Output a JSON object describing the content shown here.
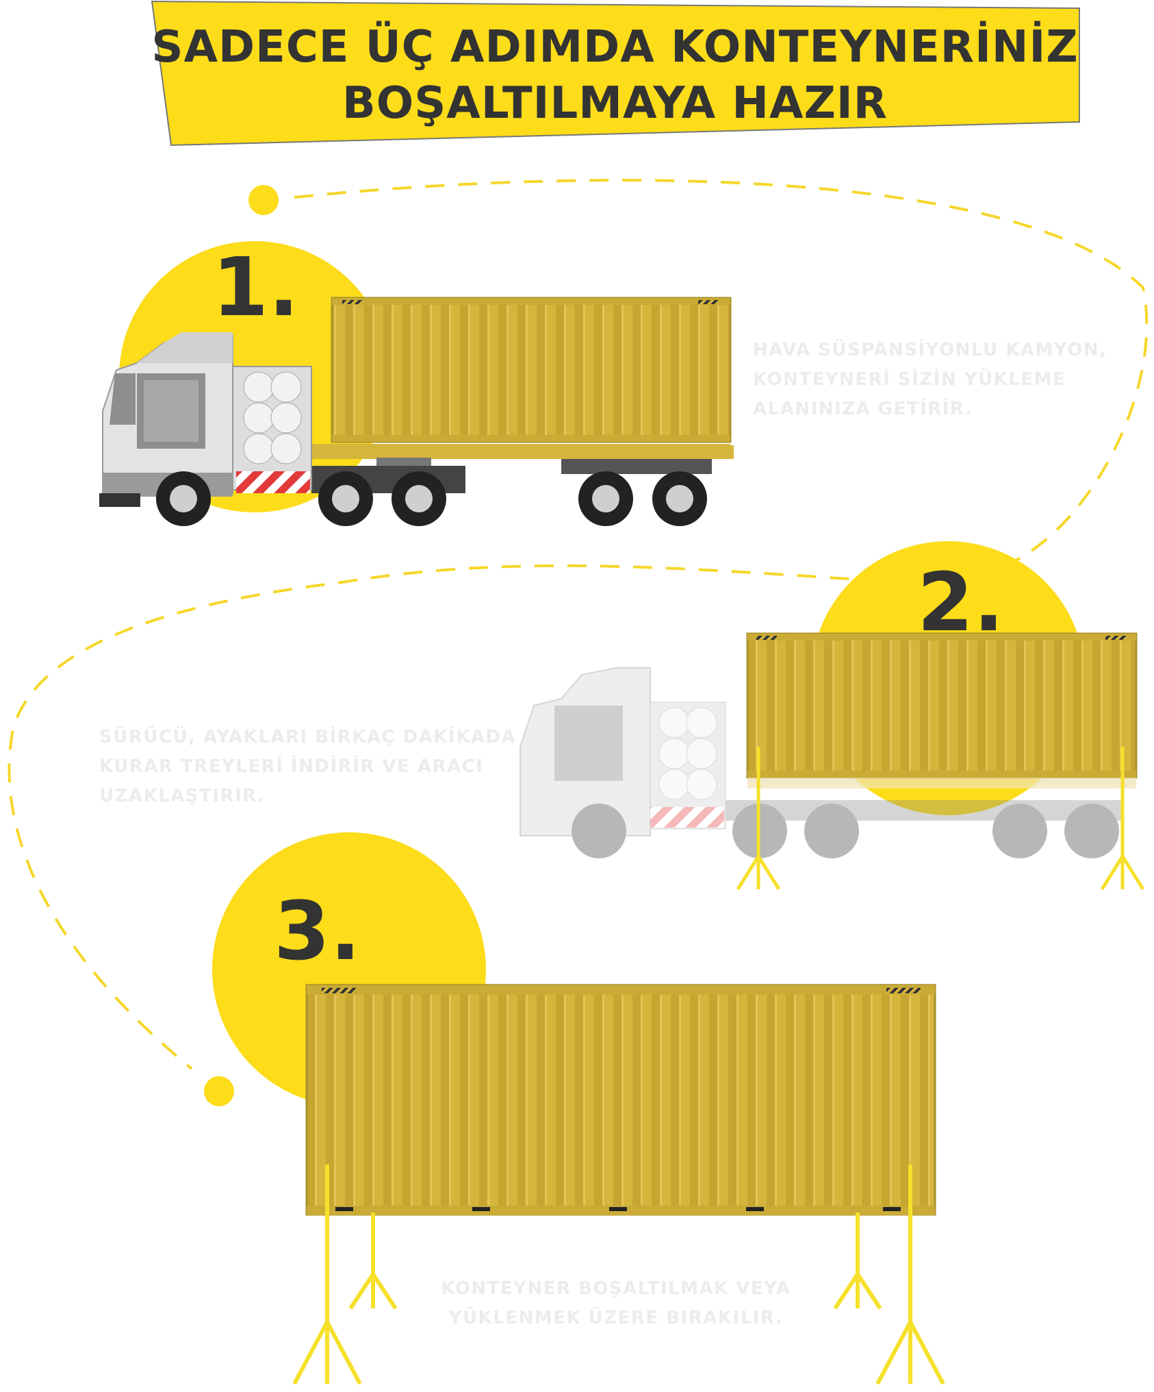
{
  "title": {
    "line1": "SADECE ÜÇ ADIMDA KONTEYNERİNİZ",
    "line2": "BOŞALTILMAYA HAZIR"
  },
  "steps": [
    {
      "number": "1.",
      "lines": [
        "HAVA SÜSPANSİYONLU KAMYON,",
        "KONTEYNERİ SİZİN YÜKLEME",
        "ALANINIZA GETİRİR."
      ]
    },
    {
      "number": "2.",
      "lines": [
        "SÜRÜCÜ, AYAKLARI BİRKAÇ DAKİKADA",
        "KURAR TREYLERİ İNDİRİR VE ARACI",
        "UZAKLAŞTIRIR."
      ]
    },
    {
      "number": "3.",
      "lines": [
        "KONTEYNER BOŞALTILMAK VEYA",
        "YÜKLENMEK ÜZERE BIRAKILIR."
      ]
    }
  ],
  "colors": {
    "accent": "#FDDC1A",
    "text": "#333333",
    "container": "#D4B43A",
    "container_dark": "#B89A2A",
    "legs": "#F6E02A",
    "cab": "#D9D9D9"
  }
}
